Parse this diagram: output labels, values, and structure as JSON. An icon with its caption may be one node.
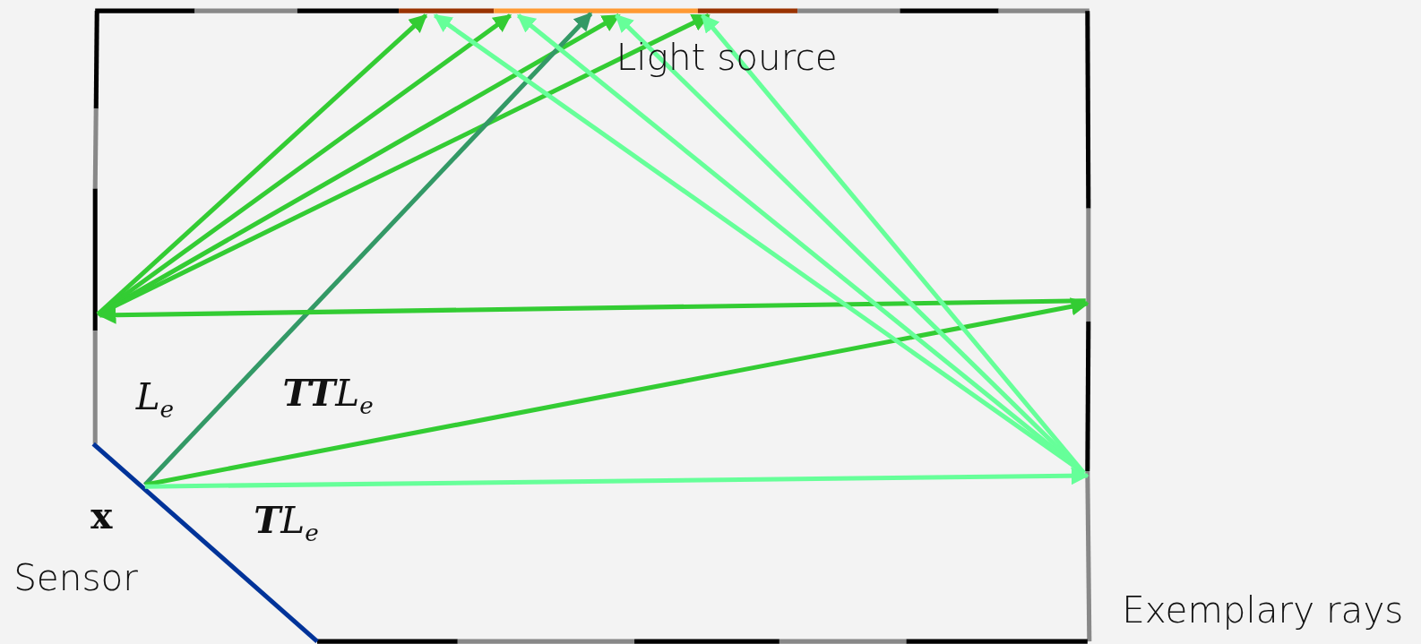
{
  "diagram": {
    "labels": [
      "Light source",
      "L$_{e}$",
      "**TT**L$_{e}$",
      "x",
      "**T**L$_{e}$",
      "Sensor",
      "Exemplary rays"
    ]
  }
}
